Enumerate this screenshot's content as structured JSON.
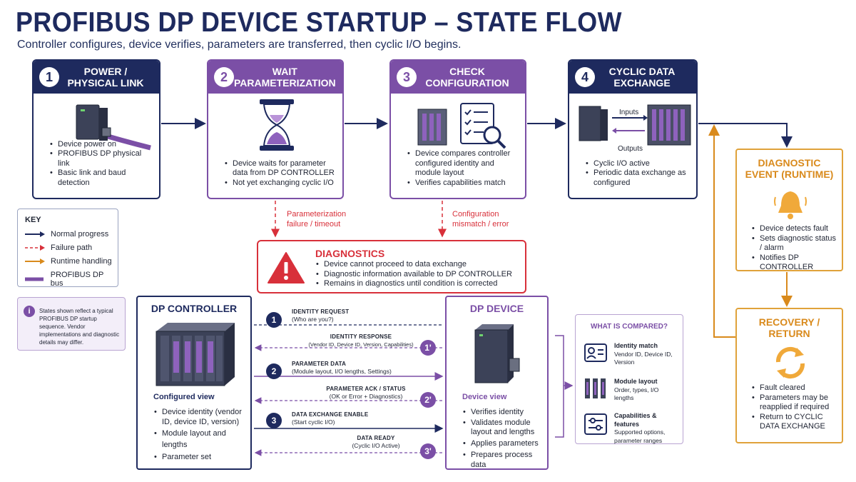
{
  "title": "PROFIBUS DP DEVICE STARTUP – STATE FLOW",
  "subtitle": "Controller configures, device verifies, parameters are transferred, then cyclic I/O begins.",
  "steps": [
    {
      "num": "1",
      "title_line1": "POWER /",
      "title_line2": "PHYSICAL LINK",
      "bullets": [
        "Device power on",
        "PROFIBUS DP physical link",
        "Basic link and baud detection"
      ]
    },
    {
      "num": "2",
      "title_line1": "WAIT",
      "title_line2": "PARAMETERIZATION",
      "bullets": [
        "Device waits for parameter data from DP CONTROLLER",
        "Not yet exchanging cyclic I/O"
      ]
    },
    {
      "num": "3",
      "title_line1": "CHECK",
      "title_line2": "CONFIGURATION",
      "bullets": [
        "Device compares controller configured identity and module layout",
        "Verifies capabilities match"
      ]
    },
    {
      "num": "4",
      "title_line1": "CYCLIC DATA",
      "title_line2": "EXCHANGE",
      "bullets": [
        "Cyclic I/O active",
        "Periodic data exchange as configured"
      ],
      "inputs_label": "Inputs",
      "outputs_label": "Outputs"
    }
  ],
  "failure_labels": {
    "param_line1": "Parameterization",
    "param_line2": "failure / timeout",
    "config_line1": "Configuration",
    "config_line2": "mismatch / error"
  },
  "diagnostics": {
    "title": "DIAGNOSTICS",
    "bullets": [
      "Device cannot proceed to data exchange",
      "Diagnostic information available to DP CONTROLLER",
      "Remains in diagnostics until condition is corrected"
    ]
  },
  "diagnostic_event": {
    "title_line1": "DIAGNOSTIC",
    "title_line2": "EVENT (RUNTIME)",
    "bullets": [
      "Device detects fault",
      "Sets diagnostic status / alarm",
      "Notifies DP CONTROLLER"
    ]
  },
  "recovery": {
    "title_line1": "RECOVERY /",
    "title_line2": "RETURN",
    "bullets": [
      "Fault cleared",
      "Parameters may be reapplied if required",
      "Return to CYCLIC DATA EXCHANGE"
    ]
  },
  "key": {
    "title": "KEY",
    "items": [
      "Normal progress",
      "Failure path",
      "Runtime handling",
      "PROFIBUS DP bus"
    ]
  },
  "note": "States shown reflect a typical PROFIBUS DP startup sequence. Vendor implementations and diagnostic details may differ.",
  "controller": {
    "title": "DP CONTROLLER",
    "sub": "Configured view",
    "bullets": [
      "Device identity (vendor ID, device ID, version)",
      "Module layout and lengths",
      "Parameter set"
    ]
  },
  "device": {
    "title": "DP DEVICE",
    "sub": "Device view",
    "bullets": [
      "Verifies identity",
      "Validates module layout and lengths",
      "Applies parameters",
      "Prepares process data"
    ]
  },
  "messages": [
    {
      "num": "1",
      "title": "IDENTITY REQUEST",
      "detail": "(Who are you?)"
    },
    {
      "num": "1'",
      "title": "IDENTITY RESPONSE",
      "detail": "(Vendor ID, Device ID, Version, Capabilities)"
    },
    {
      "num": "2",
      "title": "PARAMETER DATA",
      "detail": "(Module layout, I/O lengths, Settings)"
    },
    {
      "num": "2'",
      "title": "PARAMETER ACK / STATUS",
      "detail": "(OK or Error + Diagnostics)"
    },
    {
      "num": "3",
      "title": "DATA EXCHANGE ENABLE",
      "detail": "(Start cyclic I/O)"
    },
    {
      "num": "3'",
      "title": "DATA READY",
      "detail": "(Cyclic I/O Active)"
    }
  ],
  "compared": {
    "title": "WHAT IS COMPARED?",
    "items": [
      {
        "title": "Identity match",
        "detail": "Vendor ID, Device ID, Version"
      },
      {
        "title": "Module layout",
        "detail": "Order, types, I/O lengths"
      },
      {
        "title": "Capabilities & features",
        "detail": "Supported options, parameter ranges"
      }
    ]
  },
  "colors": {
    "navy": "#1e2a5e",
    "purple": "#7b4fa6",
    "red": "#d8303a",
    "orange": "#e0a23a"
  }
}
